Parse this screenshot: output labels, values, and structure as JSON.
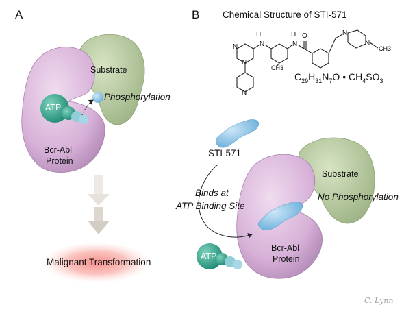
{
  "panel_a": {
    "letter": "A",
    "bcr_abl": [
      "Bcr-Abl",
      "Protein"
    ],
    "substrate": "Substrate",
    "atp": "ATP",
    "phosphorylation": "Phosphorylation",
    "result": "Malignant Transformation"
  },
  "panel_b": {
    "letter": "B",
    "structure_title": "Chemical Structure of STI-571",
    "formula": {
      "c": "C",
      "c_n": "29",
      "h": "H",
      "h_n": "31",
      "n": "N",
      "n_n": "7",
      "o": "O",
      "bullet": "•",
      "ch": "CH",
      "ch_n": "4",
      "so": "SO",
      "so_n": "3"
    },
    "atoms": {
      "h_left": "H",
      "n_left": "N",
      "h_right": "H",
      "n_right": "N",
      "n_ring1": "N",
      "n_ring2": "N",
      "n_pyr": "N",
      "o": "O",
      "ch3_low": "CH3",
      "n_pip1": "N",
      "n_pip2": "N",
      "ch3_right": "CH3"
    },
    "drug": "STI-571",
    "binds": [
      "Binds at",
      "ATP Binding Site"
    ],
    "substrate": "Substrate",
    "no_phosphorylation": "No Phosphorylation",
    "bcr_abl": [
      "Bcr-Abl",
      "Protein"
    ],
    "atp": "ATP"
  },
  "signature": "C. Lynn",
  "colors": {
    "protein": "#d9b3d9",
    "substrate": "#b8c9a0",
    "atp": "#3aa58c",
    "drug": "#93c8ea",
    "arrow": "#d3cdc6",
    "glow": "#f4a3a0"
  }
}
